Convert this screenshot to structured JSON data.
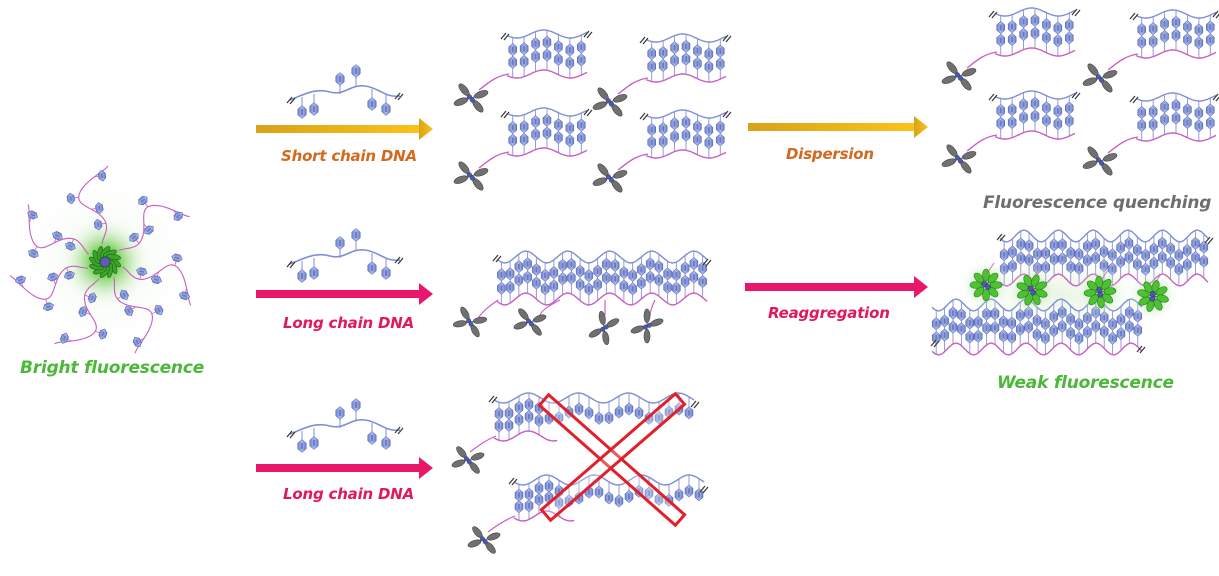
{
  "diagram": {
    "title": "DNA length-dependent fluorescence of AIE-dye / DNA assemblies",
    "colors": {
      "short_arrow": "#f2b705",
      "short_label": "#d2691e",
      "long_arrow": "#e8176a",
      "long_label": "#e0185f",
      "bright_label": "#4cb83a",
      "quench_label": "#6e6e6e",
      "dna_blue": "#7f8fd6",
      "dna_pink": "#c95fc1",
      "base_fill": "#8c9ee6",
      "dye_gray": "#6f6f6f",
      "glow_green": "#5fcf3a",
      "cross_red": "#e0202a"
    },
    "start_state": {
      "label": "Bright fluorescence"
    },
    "pathways": [
      {
        "id": "short",
        "reagent_label": "Short chain DNA",
        "arrow_style": "orange",
        "intermediate": "four short duplexes each bearing one dye",
        "next_step_label": "Dispersion",
        "final_label": "Fluorescence quenching"
      },
      {
        "id": "long",
        "reagent_label": "Long chain DNA",
        "arrow_style": "pink",
        "intermediate": "one long duplex bearing four dyes",
        "next_step_label": "Reaggregation",
        "final_label": "Weak fluorescence"
      },
      {
        "id": "long-blocked",
        "reagent_label": "Long chain DNA",
        "arrow_style": "pink",
        "intermediate": "partially hybridized strands (crossed out)",
        "blocked": true
      }
    ]
  }
}
